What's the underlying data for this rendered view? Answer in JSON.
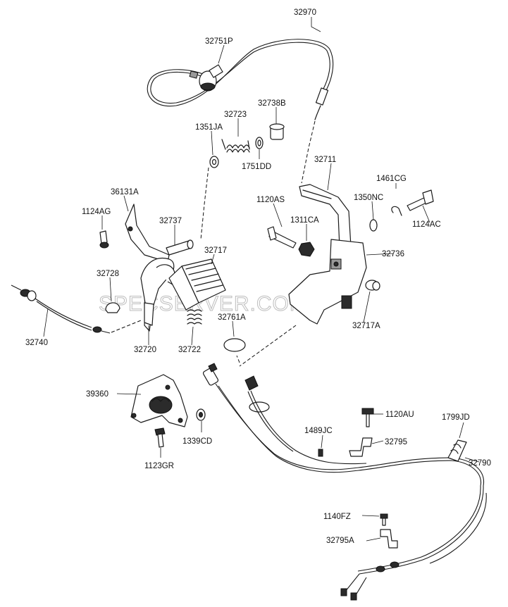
{
  "watermark": "SPECSERVER.COM",
  "labels": {
    "l32970": "32970",
    "l32751P": "32751P",
    "l32738B": "32738B",
    "l32723": "32723",
    "l1351JA": "1351JA",
    "l1751DD": "1751DD",
    "l32711": "32711",
    "l1461CG": "1461CG",
    "l36131A": "36131A",
    "l1120AS": "1120AS",
    "l1350NC": "1350NC",
    "l1124AG": "1124AG",
    "l32737": "32737",
    "l1311CA": "1311CA",
    "l1124AC": "1124AC",
    "l32717": "32717",
    "l32736": "32736",
    "l32728": "32728",
    "l32761A": "32761A",
    "l32717A": "32717A",
    "l32740": "32740",
    "l32720": "32720",
    "l32722": "32722",
    "l39360": "39360",
    "l1120AU": "1120AU",
    "l1799JD": "1799JD",
    "l1489JC": "1489JC",
    "l32795": "32795",
    "l32790": "32790",
    "l1339CD": "1339CD",
    "l1123GR": "1123GR",
    "l1140FZ": "1140FZ",
    "l32795A": "32795A"
  }
}
